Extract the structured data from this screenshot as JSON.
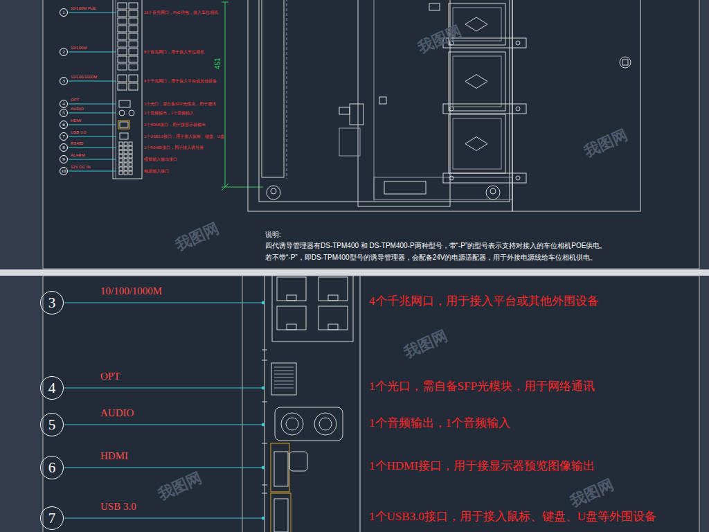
{
  "diagram": {
    "nodes": [
      {
        "text": [
          "1"
        ]
      },
      {
        "text": [
          "2"
        ]
      },
      {
        "text": [
          "3"
        ]
      },
      {
        "text": [
          "4"
        ]
      },
      {
        "text": [
          "5"
        ]
      },
      {
        "text": [
          "6"
        ]
      },
      {
        "text": [
          "7"
        ]
      },
      {
        "text": [
          "8"
        ]
      },
      {
        "text": [
          "9"
        ]
      },
      {
        "text": [
          "10"
        ]
      },
      {
        "text": [
          "3"
        ]
      },
      {
        "text": [
          "4"
        ]
      },
      {
        "text": [
          "5"
        ]
      },
      {
        "text": [
          "6"
        ]
      },
      {
        "text": [
          "7"
        ]
      }
    ],
    "labels": [
      "10/100M PoE",
      "16个百兆网口，PoE供电，接入车位相机",
      "10/100M",
      "8个百兆网口，用于接入车位相机",
      "10/100/1000M",
      "4个千兆网口，用于接入平台或其他设备",
      "OPT",
      "1个光口，需自备SFP光模块，用于通讯",
      "AUDIO",
      "1个音频输出，1个音频输入",
      "HDMI",
      "1个HDMI接口，用于接显示器输出",
      "USB 3.0",
      "1个USB3.0接口，用于接入鼠标、键盘、U盘",
      "RS485",
      "1个RS485接口，用于接入诱导屏",
      "ALARM",
      "报警输入输出接口",
      "12V DC IN",
      "电源输入接口",
      "451",
      "说明:",
      "四代诱导管理器有DS-TPM400 和 DS-TPM400-P两种型号，带“-P”的型号表示支持对接入的车位相机POE供电。",
      "若不带“-P”，即DS-TPM400型号的诱导管理器，会配备24V的电源适配器，用于外接电源线给车位相机供电。",
      "10/100/1000M",
      "4个千兆网口，用于接入平台或其他外围设备",
      "OPT",
      "1个光口，需自备SFP光模块，用于网络通讯",
      "AUDIO",
      "1个音频输出，1个音频输入",
      "HDMI",
      "1个HDMI接口，用于接显示器预览图像输出",
      "USB 3.0",
      "1个USB3.0接口，用于接入鼠标、键盘、U盘等外围设备",
      "我图网",
      "我图网",
      "我图网",
      "我图网",
      "我图网",
      "我图网"
    ]
  }
}
